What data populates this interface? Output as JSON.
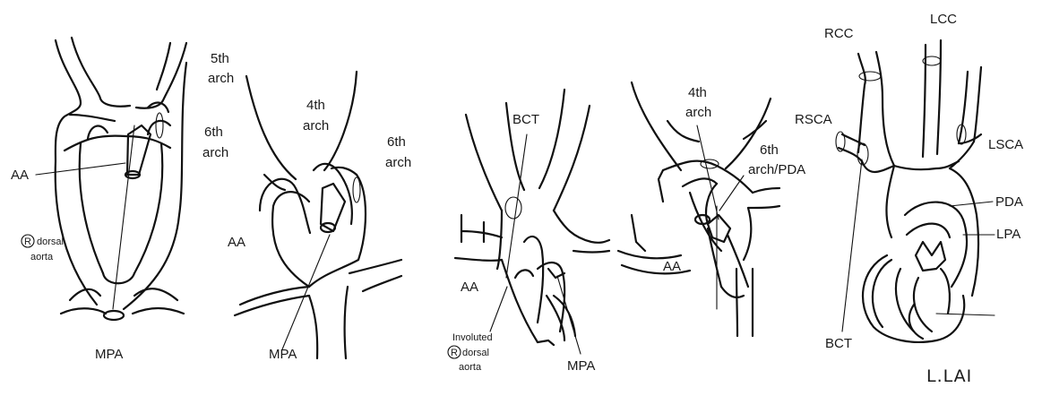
{
  "panel1": {
    "labels": {
      "aa": "AA",
      "r_circle": "R",
      "dorsal": "dorsal",
      "aorta": "aorta",
      "mpa": "MPA"
    }
  },
  "panel2": {
    "labels": {
      "fifth": "5th",
      "fifth_arch": "arch",
      "fourth": "4th",
      "fourth_arch": "arch",
      "sixth_l": "6th",
      "sixth_l_arch": "arch",
      "sixth_r": "6th",
      "sixth_r_arch": "arch",
      "aa": "AA",
      "mpa": "MPA"
    }
  },
  "panel3": {
    "labels": {
      "bct": "BCT",
      "aa": "AA",
      "involuted": "Involuted",
      "r_circle": "R",
      "dorsal": "dorsal",
      "aorta": "aorta",
      "mpa": "MPA"
    }
  },
  "panel4": {
    "labels": {
      "fourth": "4th",
      "fourth_arch": "arch",
      "sixth": "6th",
      "sixth_pda": "arch/PDA",
      "aa": "AA"
    }
  },
  "panel5": {
    "labels": {
      "rcc": "RCC",
      "lcc": "LCC",
      "rsca": "RSCA",
      "lsca": "LSCA",
      "pda": "PDA",
      "lpa": "LPA",
      "bct": "BCT"
    }
  },
  "signature": "L.LAI"
}
